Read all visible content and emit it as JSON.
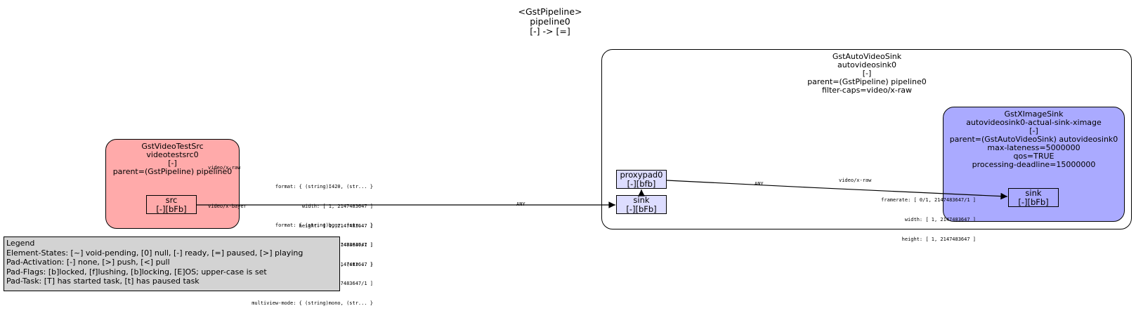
{
  "pipeline": {
    "type": "<GstPipeline>",
    "name": "pipeline0",
    "state": "[-] -> [=]"
  },
  "videotestsrc": {
    "type": "GstVideoTestSrc",
    "name": "videotestsrc0",
    "state": "[-]",
    "parent": "parent=(GstPipeline) pipeline0",
    "bg_color": "#ffaaaa",
    "src_pad": {
      "name": "src",
      "flags": "[-][bFb]"
    }
  },
  "autovideosink": {
    "type": "GstAutoVideoSink",
    "name": "autovideosink0",
    "state": "[-]",
    "parent": "parent=(GstPipeline) pipeline0",
    "filter_caps": "filter-caps=video/x-raw",
    "proxypad": {
      "name": "proxypad0",
      "flags": "[-][bfb]"
    },
    "sink_pad": {
      "name": "sink",
      "flags": "[-][bFb]"
    }
  },
  "ximagesink": {
    "type": "GstXImageSink",
    "name": "autovideosink0-actual-sink-ximage",
    "state": "[-]",
    "parent": "parent=(GstAutoVideoSink) autovideosink0",
    "max_lateness": "max-lateness=5000000",
    "qos": "qos=TRUE",
    "processing_deadline": "processing-deadline=15000000",
    "bg_color": "#aaaaff",
    "sink_pad": {
      "name": "sink",
      "flags": "[-][bFb]"
    }
  },
  "src_caps": {
    "raw_header": "video/x-raw",
    "raw_lines": [
      "format: { (string)I420, (str... }",
      "width: [ 1, 2147483647 ]",
      "height: [ 1, 2147483647 ]",
      "framerate: [ 0/1, 2147483647/1 ]",
      "multiview-mode: { (string)mono, (str... }"
    ],
    "bayer_header": "video/x-bayer",
    "bayer_lines": [
      "format: { (string)bggr, (str... }",
      "width: [ 1, 2147483647 ]",
      "height: [ 1, 2147483647 ]",
      "framerate: [ 0/1, 2147483647/1 ]",
      "multiview-mode: { (string)mono, (str... }"
    ]
  },
  "edge_labels": {
    "src_to_sink": "ANY",
    "proxy_to_sink": "ANY"
  },
  "sink_caps": {
    "header": "video/x-raw",
    "lines": [
      "framerate: [ 0/1, 2147483647/1 ]",
      "width: [ 1, 2147483647 ]",
      "height: [ 1, 2147483647 ]"
    ]
  },
  "legend": {
    "bg_color": "#d3d3d3",
    "lines": [
      "Legend",
      "Element-States: [~] void-pending, [0] null, [-] ready, [=] paused, [>] playing",
      "Pad-Activation: [-] none, [>] push, [<] pull",
      "Pad-Flags: [b]locked, [f]lushing, [b]locking, [E]OS; upper-case is set",
      "Pad-Task: [T] has started task, [t] has paused task"
    ]
  }
}
